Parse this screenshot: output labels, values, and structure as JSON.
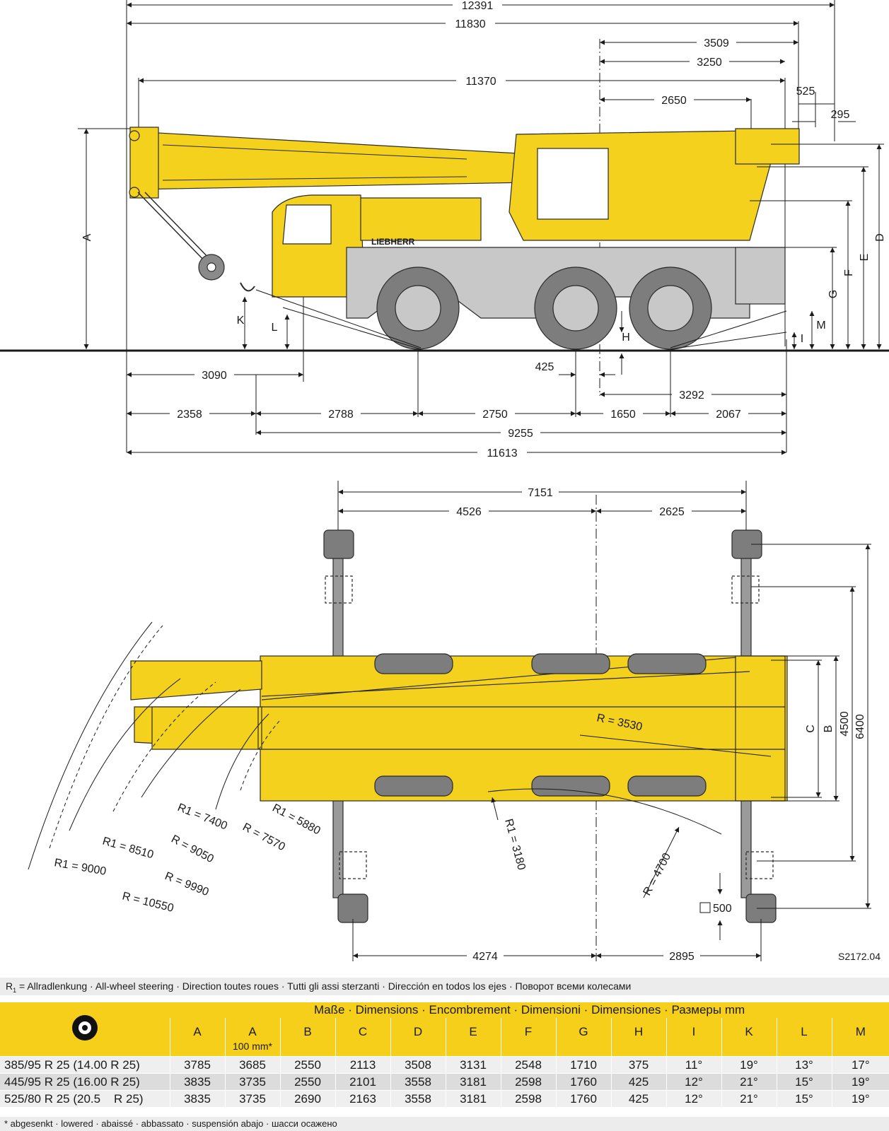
{
  "drawing_code": "S2172.04",
  "colors": {
    "crane_yellow": "#f3d11c",
    "header_yellow": "#f6cf1b",
    "tire_grey": "#7d7d7d",
    "chassis_grey": "#c8c8c8",
    "outrigger_grey": "#9a9a9a"
  },
  "side_view": {
    "dims_top": [
      "12391",
      "11830",
      "3509",
      "3250",
      "11370",
      "525",
      "2650",
      "295"
    ],
    "dims_bottom": [
      "3090",
      "425",
      "3292",
      "2358",
      "2788",
      "2750",
      "1650",
      "2067",
      "9255",
      "11613"
    ],
    "height_letters": [
      "A",
      "D",
      "E",
      "F",
      "G",
      "M",
      "I",
      "K",
      "L",
      "H"
    ],
    "brand": "LIEBHERR"
  },
  "top_view": {
    "dims_top": [
      "7151",
      "4526",
      "2625"
    ],
    "dims_right": [
      "C",
      "B",
      "4500",
      "6400"
    ],
    "radii": [
      "R = 3530",
      "R1 = 5880",
      "R = 7570",
      "R1 = 7400",
      "R = 9050",
      "R1 = 8510",
      "R = 9990",
      "R1 = 9000",
      "R = 10550",
      "R1 = 3180",
      "R = 4700"
    ],
    "dims_bottom": [
      "4274",
      "2895"
    ],
    "square_label": "500"
  },
  "note": {
    "symbol": "R",
    "symbol_sub": "1",
    "text": " =  Allradlenkung · All-wheel steering · Direction toutes roues · Tutti gli assi sterzanti · Dirección en todos los ejes · Поворот всеми колесами"
  },
  "table": {
    "title": "Maße · Dimensions · Encombrement · Dimensioni · Dimensiones · Размеры mm",
    "columns": [
      "A",
      "A",
      "B",
      "C",
      "D",
      "E",
      "F",
      "G",
      "H",
      "I",
      "K",
      "L",
      "M"
    ],
    "a100_label": "100 mm*",
    "rows": [
      {
        "tire": "385/95 R 25 (14.00 R 25)",
        "values": [
          "3785",
          "3685",
          "2550",
          "2113",
          "3508",
          "3131",
          "2548",
          "1710",
          "375",
          "11°",
          "19°",
          "13°",
          "17°"
        ]
      },
      {
        "tire": "445/95 R 25 (16.00 R 25)",
        "values": [
          "3835",
          "3735",
          "2550",
          "2101",
          "3558",
          "3181",
          "2598",
          "1760",
          "425",
          "12°",
          "21°",
          "15°",
          "19°"
        ]
      },
      {
        "tire": "525/80 R 25 (20.5    R 25)",
        "values": [
          "3835",
          "3735",
          "2690",
          "2163",
          "3558",
          "3181",
          "2598",
          "1760",
          "425",
          "12°",
          "21°",
          "15°",
          "19°"
        ]
      }
    ]
  },
  "footer": "* abgesenkt · lowered · abaissé · abbassato · suspensión abajo · шасси осажено"
}
